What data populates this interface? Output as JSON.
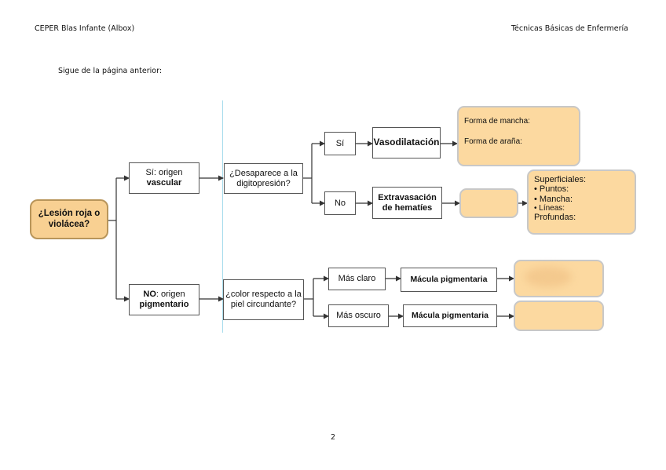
{
  "header": {
    "left": "CEPER Blas Infante (Albox)",
    "right": "Técnicas Básicas de Enfermería"
  },
  "intro": "Sigue de la página anterior:",
  "diagram": {
    "start": "¿Lesión roja o violácea?",
    "vascular": {
      "line1": "Sí: origen",
      "line2": "vascular"
    },
    "digito": "¿Desaparece a la digitopresión?",
    "si": "Sí",
    "no": "No",
    "vasodilatacion": "Vasodilatación",
    "formas": {
      "mancha": "Forma de mancha:",
      "arana": "Forma de araña:"
    },
    "extravasacion": "Extravasación de hematíes",
    "superficiales": {
      "title": "Superficiales:",
      "items": [
        "• Puntos:",
        "• Mancha:",
        "• Líneas:"
      ],
      "profundas": "Profundas:"
    },
    "pigmentario": {
      "word1": "NO",
      "rest1": ": origen",
      "line2": "pigmentario"
    },
    "color": "¿color respecto a la piel circundante?",
    "mas_claro": "Más claro",
    "mas_oscuro": "Más oscuro",
    "macula_1": "Mácula pigmentaria",
    "macula_2": "Mácula pigmentaria"
  },
  "page_number": "2"
}
